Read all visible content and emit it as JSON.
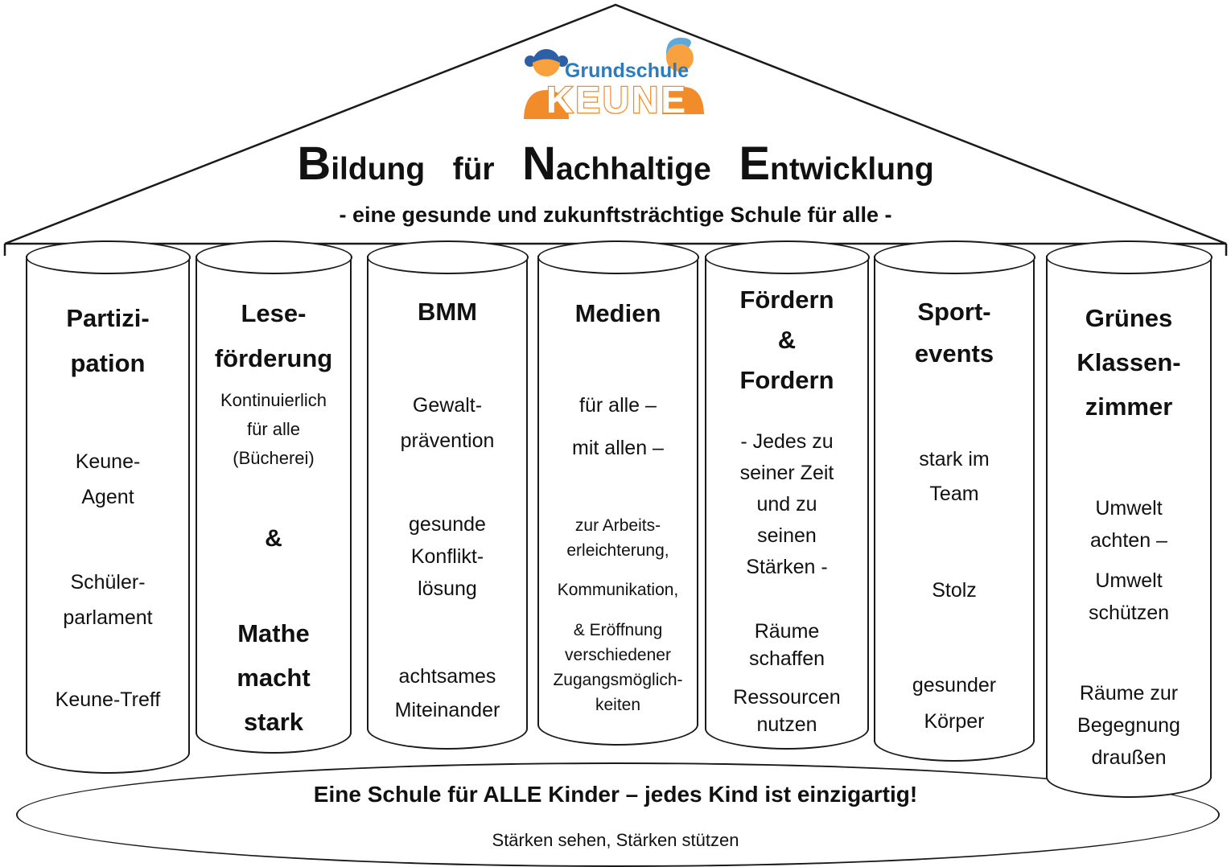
{
  "logo": {
    "school_type": "Grundschule",
    "school_name": "KEUNE"
  },
  "title": {
    "words": [
      {
        "initial": "B",
        "rest": "ildung"
      },
      {
        "initial": "",
        "rest": "für"
      },
      {
        "initial": "N",
        "rest": "achhaltige"
      },
      {
        "initial": "E",
        "rest": "ntwicklung"
      }
    ],
    "subtitle": "-  eine gesunde und zukunftsträchtige Schule für alle  -"
  },
  "pillars": [
    {
      "id": "partizipation",
      "title": "Partizi-\npation",
      "items": [
        {
          "text": "Keune-\nAgent"
        },
        {
          "text": "Schüler-\nparlament"
        },
        {
          "text": "Keune-Treff"
        }
      ]
    },
    {
      "id": "lesefoerderung",
      "title": "Lese-\nförderung",
      "items": [
        {
          "text": "Kontinuierlich\nfür alle\n(Bücherei)"
        },
        {
          "text": "&"
        },
        {
          "text": "Mathe\nmacht\nstark"
        }
      ]
    },
    {
      "id": "bmm",
      "title": "BMM",
      "items": [
        {
          "text": "Gewalt-\nprävention"
        },
        {
          "text": "gesunde\nKonflikt-\nlösung"
        },
        {
          "text": "achtsames\nMiteinander"
        }
      ]
    },
    {
      "id": "medien",
      "title": "Medien",
      "items": [
        {
          "text": "für alle –"
        },
        {
          "text": "mit allen –"
        },
        {
          "text": "zur Arbeits-\nerleichterung,"
        },
        {
          "text": "Kommunikation,"
        },
        {
          "text": "& Eröffnung\nverschiedener\nZugangsmöglich-\nkeiten"
        }
      ]
    },
    {
      "id": "foerdern-fordern",
      "title": "Fördern\n&\nFordern",
      "items": [
        {
          "text": "-  Jedes zu\nseiner Zeit\nund zu\nseinen\nStärken -"
        },
        {
          "text": "Räume\nschaffen"
        },
        {
          "text": "Ressourcen\nnutzen"
        }
      ]
    },
    {
      "id": "sportevents",
      "title": "Sport-\nevents",
      "items": [
        {
          "text": "stark im\nTeam"
        },
        {
          "text": "Stolz"
        },
        {
          "text": "gesunder\nKörper"
        }
      ]
    },
    {
      "id": "gruenes-klassenzimmer",
      "title": "Grünes\nKlassen-\nzimmer",
      "items": [
        {
          "text": "Umwelt\nachten –"
        },
        {
          "text": "Umwelt\nschützen"
        },
        {
          "text": "Räume zur\nBegegnung\ndraußen"
        }
      ]
    }
  ],
  "base": {
    "line1": "Eine Schule für ALLE Kinder – jedes Kind ist einzigartig!",
    "line2": "Stärken sehen, Stärken stützen"
  },
  "colors": {
    "outline": "#1a1a1a",
    "logo_orange": "#F28C2B",
    "logo_face": "#F9A13E",
    "logo_blue_text": "#2B7BBF",
    "girl_hair_blue": "#2C5FA8",
    "boy_hair_blue": "#5EA9DC"
  }
}
